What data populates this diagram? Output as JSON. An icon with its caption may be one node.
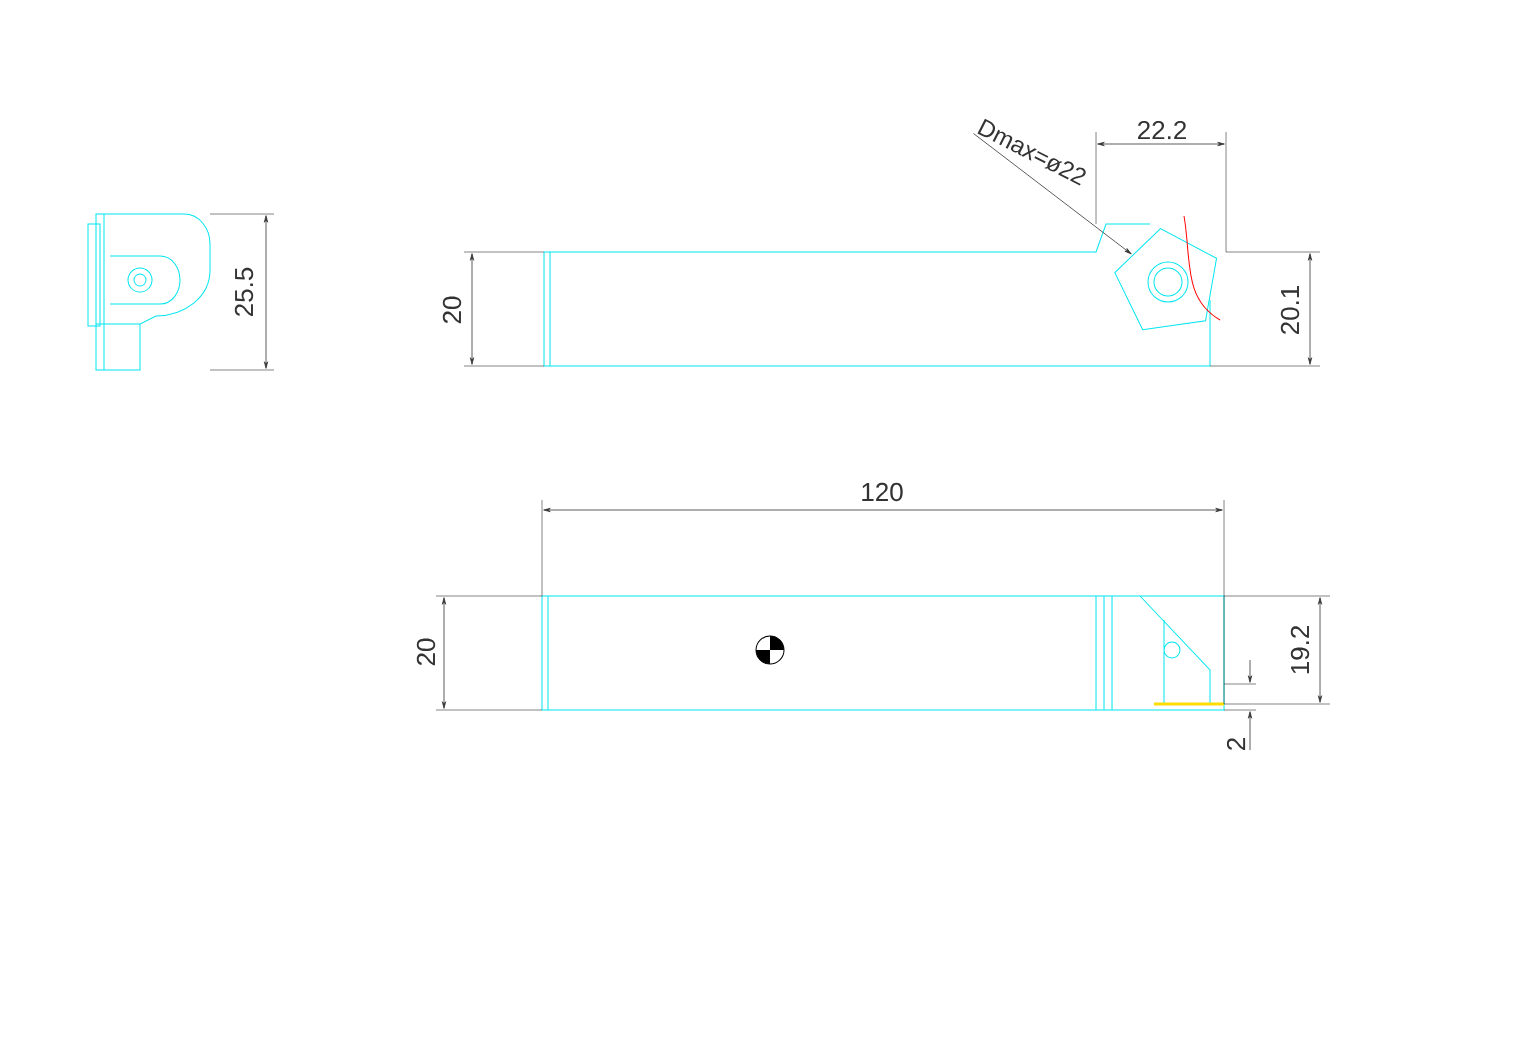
{
  "diagram": {
    "nodes": [
      {
        "text": [
          "Dmax=ø22"
        ]
      },
      {
        "text": [],
        "shape": "picture"
      }
    ],
    "edges": [
      {
        "from": 0,
        "to": 1,
        "arrow": "to"
      }
    ],
    "labels": [
      "22.2",
      "25.5",
      "20",
      "20.1",
      "120",
      "20",
      "19.2",
      "2"
    ]
  }
}
